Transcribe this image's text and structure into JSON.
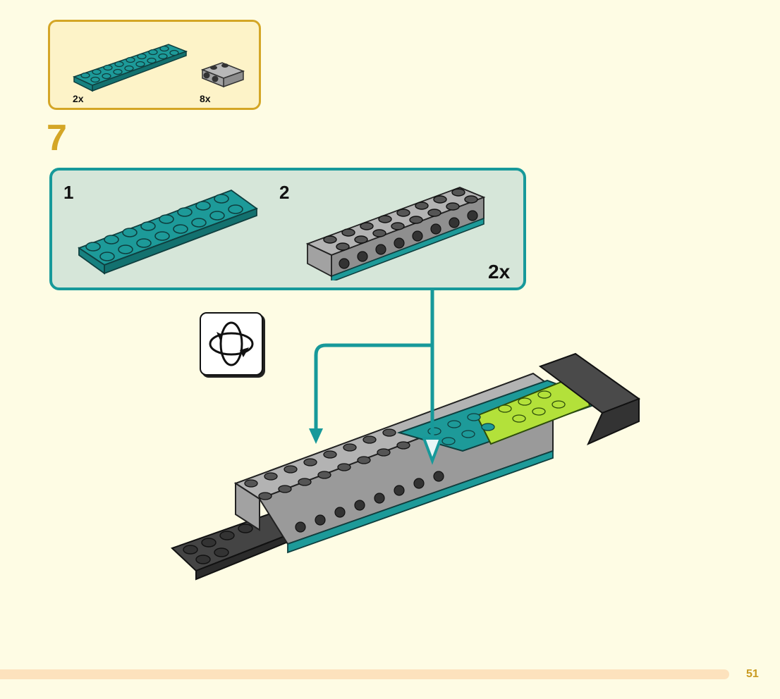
{
  "parts": [
    {
      "name": "teal-plate-2x8",
      "qty": "2x",
      "color": "#1d9a99"
    },
    {
      "name": "gray-bracket-1x2",
      "qty": "8x",
      "color": "#a2a2a2"
    }
  ],
  "step": {
    "number": "7"
  },
  "substeps": [
    {
      "number": "1"
    },
    {
      "number": "2"
    }
  ],
  "substep_multiplier": "2x",
  "icons": {
    "rotate": "rotate-model-icon"
  },
  "page": {
    "number": "51"
  },
  "colors": {
    "background": "#fefce4",
    "parts_box": "#fdf3c8",
    "parts_border": "#d4a626",
    "sub_box": "#d6e6d9",
    "sub_border": "#17999a",
    "teal": "#1d9a99",
    "gray": "#a2a2a2",
    "dark_gray": "#555555",
    "lime": "#b3e13a",
    "page_bar": "#fde2bd"
  }
}
